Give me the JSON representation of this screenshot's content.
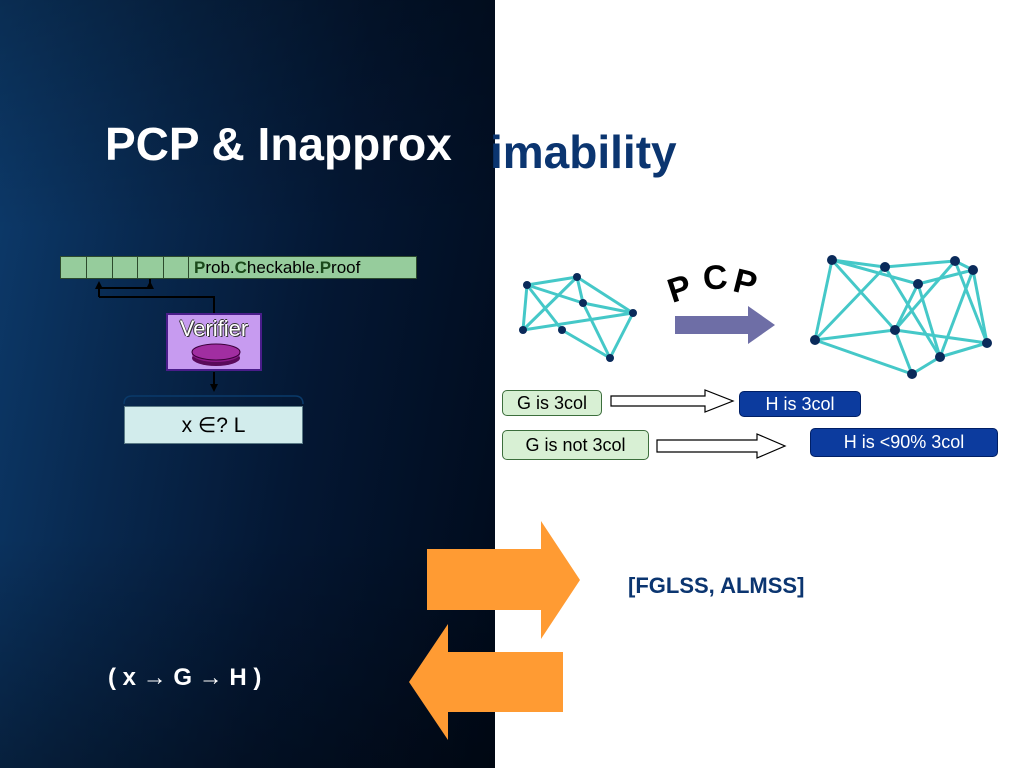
{
  "slide": {
    "title_part1": "PCP & Inapprox",
    "title_part2": "imability"
  },
  "proof": {
    "letter_p1": "P",
    "text1": "rob.",
    "letter_c": "C",
    "text2": "heckable.",
    "letter_p2": "P",
    "text3": "roof"
  },
  "verifier": {
    "label": "Verifier"
  },
  "query": {
    "text": "x ∈?  L"
  },
  "pcp_label": {
    "letters": [
      "P",
      "C",
      "P"
    ]
  },
  "mapping": {
    "g_yes": "G is 3col",
    "g_no": "G is not 3col",
    "h_yes": "H is 3col",
    "h_no": "H is <90% 3col"
  },
  "references": {
    "citation": "[FGLSS, ALMSS]",
    "reduction": "( x → G → H )"
  },
  "colors": {
    "graph_edge": "#45c8c8",
    "graph_node": "#0a2a5a",
    "big_arrow": "#ff9b33",
    "pcp_arrow": "#6e6ea6"
  }
}
